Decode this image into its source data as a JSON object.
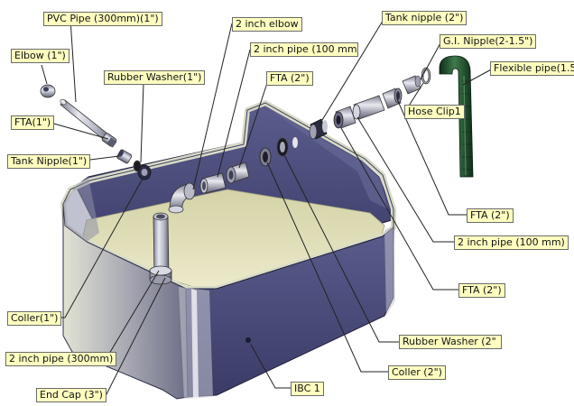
{
  "labels": {
    "pvc_pipe": "PVC Pipe (300mm)(1\")",
    "elbow_1": "Elbow (1\")",
    "rubber_washer_1": "Rubber Washer(1\")",
    "fta_1": "FTA(1\")",
    "tank_nipple_1": "Tank Nipple(1\")",
    "elbow_2": "2 inch elbow",
    "pipe_100_top": "2 inch pipe (100 mm",
    "fta_2_top": "FTA (2\")",
    "tank_nipple_2": "Tank nipple (2\")",
    "gi_nipple": "G.I. Nipple(2-1.5\")",
    "flexible_pipe": "Flexible pipe(1.5'",
    "hose_clip": "Hose Clip1",
    "fta_2_right": "FTA (2\")",
    "pipe_100_right": "2 inch pipe (100 mm)",
    "fta_2_lower": "FTA (2\")",
    "rubber_washer_2": "Rubber Washer (2\"",
    "coller_2": "Coller (2\")",
    "ibc": "IBC 1",
    "end_cap": "End Cap (3\")",
    "pipe_300": "2 inch pipe (300mm)",
    "coller_1": "Coller(1\")"
  },
  "colors": {
    "tank_wall": "#4a4c7a",
    "tank_wall_dark": "#2e2f55",
    "tank_rim": "#d9dcc4",
    "tank_floor": "#e6e4c2",
    "metal": "#c9cad4",
    "hose": "#1f4a2c",
    "label_bg": "#ffffc0",
    "leader": "#222222"
  }
}
